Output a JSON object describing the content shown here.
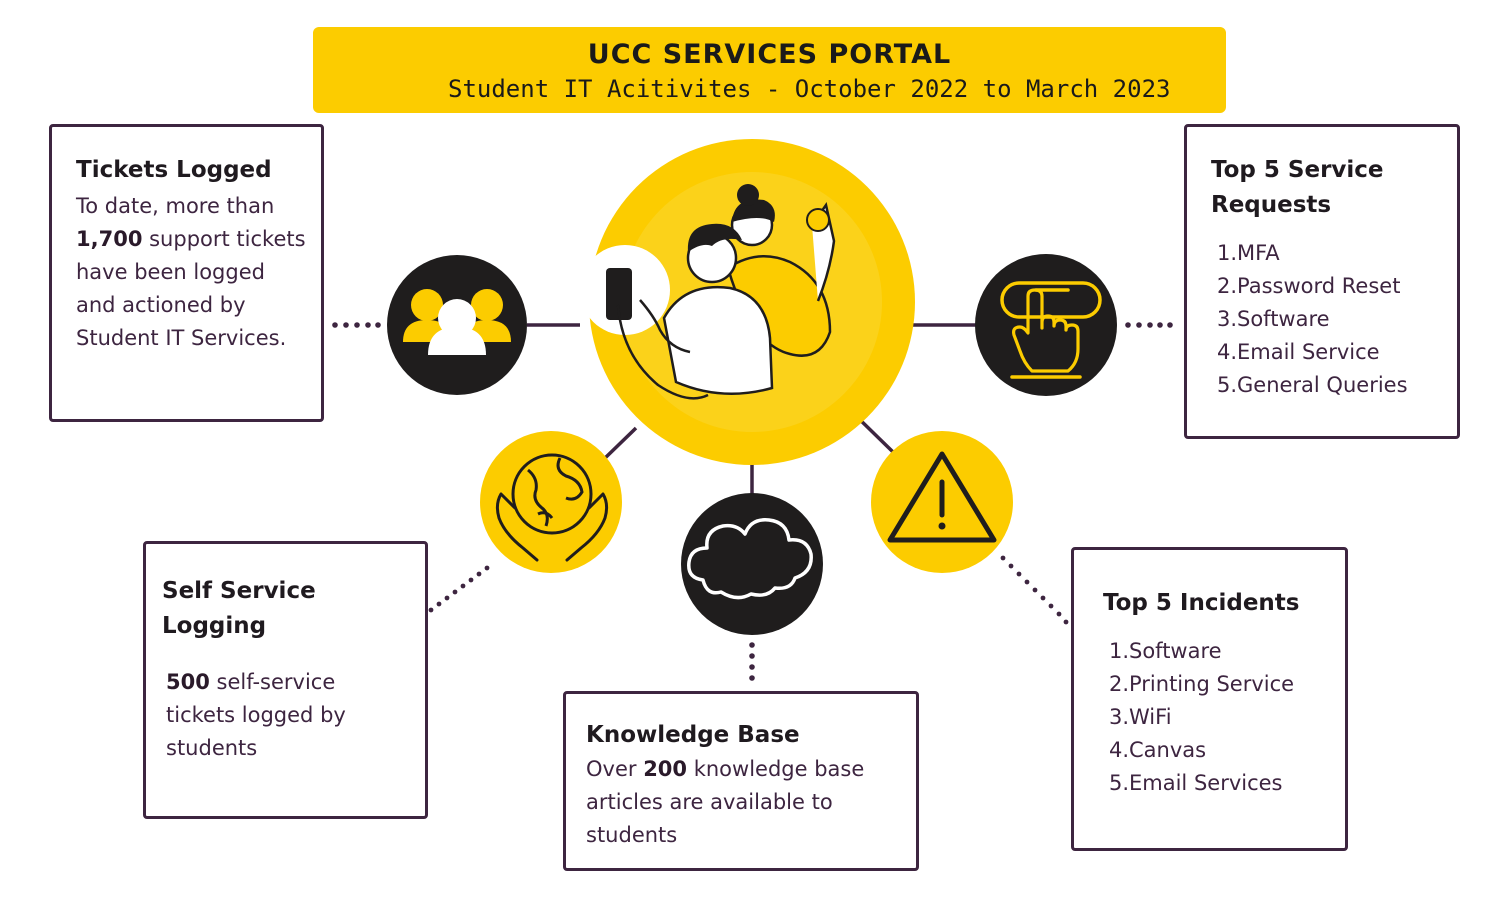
{
  "header": {
    "title": "UCC SERVICES PORTAL",
    "subtitle": "Student IT Acitivites - October 2022 to March 2023"
  },
  "tickets": {
    "title": "Tickets Logged",
    "text_before": "To date, more than ",
    "number": "1,700",
    "text_after": " support tickets have been logged and actioned by Student IT Services."
  },
  "requests": {
    "title": "Top 5 Service Requests",
    "items": [
      "MFA",
      "Password Reset",
      "Software",
      "Email Service",
      "General Queries"
    ]
  },
  "self_service": {
    "title": "Self Service Logging",
    "number": "500",
    "text_after": " self-service tickets logged by students"
  },
  "knowledge": {
    "title": "Knowledge Base",
    "text_before": "Over ",
    "number": "200",
    "text_after": " knowledge base articles are available to students"
  },
  "incidents": {
    "title": "Top 5 Incidents",
    "items": [
      "Software",
      "Printing Service",
      "WiFi",
      "Canvas",
      "Email Services"
    ]
  },
  "colors": {
    "yellow": "#fccc00",
    "dark": "#1f1d1d",
    "border": "#3d2540"
  },
  "icons": [
    "people-icon",
    "touch-button-icon",
    "globe-hands-icon",
    "cloud-icon",
    "warning-icon",
    "students-illustration"
  ]
}
